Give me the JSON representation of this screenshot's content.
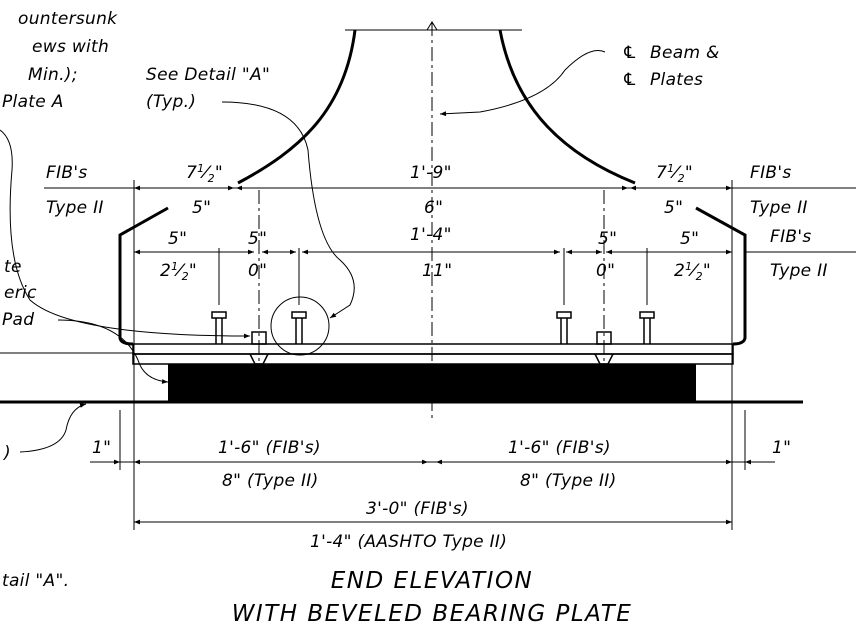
{
  "notes": {
    "countersunk": [
      "ountersunk",
      "ews with",
      "Min.);",
      "Plate A"
    ],
    "detail_a": [
      "See Detail \"A\"",
      "(Typ.)"
    ],
    "centerline": [
      "Beam &",
      "Plates"
    ],
    "pad": [
      "te",
      "eric",
      "Pad"
    ],
    "paren": ")",
    "footnote": "tail \"A\"."
  },
  "labels": {
    "fibs": "FIB's",
    "type2": "Type II"
  },
  "dims": {
    "row1": {
      "left_whole": "7",
      "mid": "1'-9\"",
      "right_whole": "7"
    },
    "row2": {
      "left": "5\"",
      "mid": "6\"",
      "right": "5\""
    },
    "row3": {
      "a": "5\"",
      "b": "5\"",
      "mid": "1'-4\"",
      "c": "5\"",
      "d": "5\""
    },
    "row4": {
      "a_whole": "2",
      "b": "0\"",
      "mid": "11\"",
      "c": "0\"",
      "d_whole": "2"
    },
    "bottom": {
      "left_edge": "1\"",
      "right_edge": "1\"",
      "left_fib": "1'-6\" (FIB's)",
      "right_fib": "1'-6\" (FIB's)",
      "left_t2": "8\" (Type II)",
      "right_t2": "8\" (Type II)",
      "total_fib": "3'-0\" (FIB's)",
      "total_aashto": "1'-4\" (AASHTO Type II)"
    },
    "frac_num": "1",
    "frac_den": "2",
    "inch": "\""
  },
  "title": {
    "line1": "END ELEVATION",
    "line2": "WITH BEVELED BEARING PLATE"
  }
}
